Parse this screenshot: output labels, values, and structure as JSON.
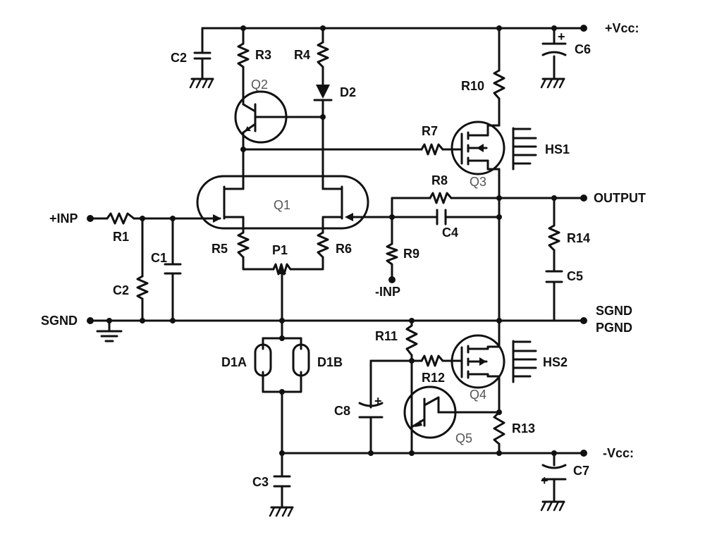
{
  "rails": {
    "vcc_pos": "+Vcc:",
    "output": "OUTPUT",
    "sgnd_right": "SGND",
    "pgnd": "PGND",
    "vcc_neg": "-Vcc:",
    "in_pos": "+INP",
    "in_neg": "-INP",
    "sgnd_left": "SGND"
  },
  "components": {
    "c2_top": "C2",
    "r3": "R3",
    "q2": "Q2",
    "r4": "R4",
    "d2": "D2",
    "r10": "R10",
    "c6": "C6",
    "r7": "R7",
    "q3": "Q3",
    "hs1": "HS1",
    "q1": "Q1",
    "r8": "R8",
    "c4": "C4",
    "r14": "R14",
    "c5": "C5",
    "r1": "R1",
    "c1": "C1",
    "c2_bottom": "C2",
    "r5": "R5",
    "p1": "P1",
    "r6": "R6",
    "r9": "R9",
    "d1a": "D1A",
    "d1b": "D1B",
    "r11": "R11",
    "r12": "R12",
    "q4": "Q4",
    "hs2": "HS2",
    "c8": "C8",
    "q5": "Q5",
    "r13": "R13",
    "c3": "C3",
    "c7": "C7",
    "plus": "+"
  }
}
